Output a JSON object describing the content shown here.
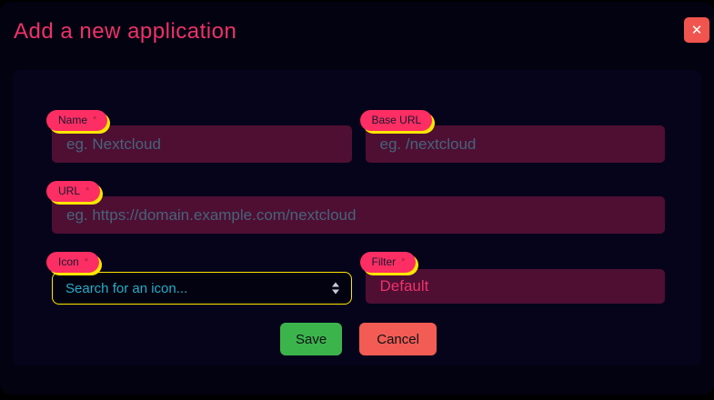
{
  "modal": {
    "title": "Add a new application",
    "close_icon": "✕"
  },
  "form": {
    "fields": {
      "name": {
        "label": "Name",
        "required": "*",
        "placeholder": "eg. Nextcloud"
      },
      "base_url": {
        "label": "Base URL",
        "placeholder": "eg. /nextcloud"
      },
      "url": {
        "label": "URL",
        "required": "*",
        "placeholder": "eg. https://domain.example.com/nextcloud"
      },
      "icon": {
        "label": "Icon",
        "required": "*",
        "selected_option": "Search for an icon..."
      },
      "filter": {
        "label": "Filter",
        "required": "*",
        "value": "Default"
      }
    },
    "buttons": {
      "save": "Save",
      "cancel": "Cancel"
    }
  },
  "colors": {
    "accent_pink": "#ee3269",
    "badge_pink": "#fd2e63",
    "badge_shadow_yellow": "#ffe600",
    "input_background": "#4e0f33",
    "placeholder_text": "#47637a",
    "select_text_teal": "#25aec9",
    "save_green": "#3cb44c",
    "cancel_red": "#f25c54",
    "close_red": "#f1544e"
  }
}
